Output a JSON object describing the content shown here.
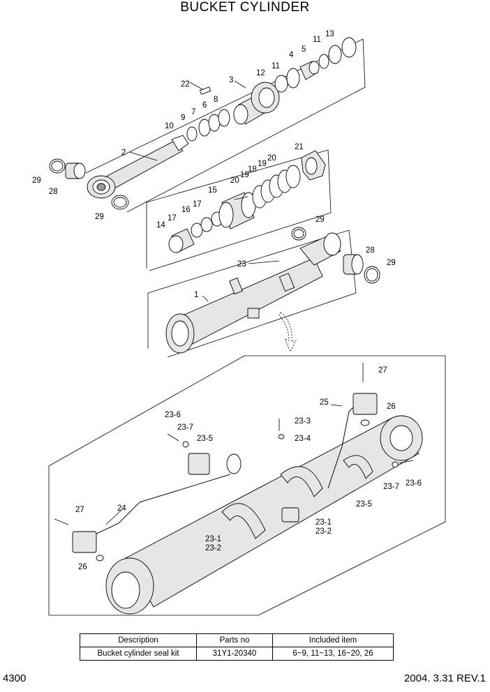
{
  "title": "BUCKET CYLINDER",
  "labels": {
    "p1": "1",
    "p2": "2",
    "p3": "3",
    "p4": "4",
    "p5": "5",
    "p6": "6",
    "p7": "7",
    "p8": "8",
    "p9": "9",
    "p10": "10",
    "p11a": "11",
    "p11b": "11",
    "p12": "12",
    "p13": "13",
    "p14": "14",
    "p15": "15",
    "p16": "16",
    "p17a": "17",
    "p17b": "17",
    "p18": "18",
    "p19a": "19",
    "p19b": "19",
    "p20a": "20",
    "p20b": "20",
    "p21": "21",
    "p22": "22",
    "p23": "23",
    "p24": "24",
    "p25": "25",
    "p26a": "26",
    "p26b": "26",
    "p27a": "27",
    "p27b": "27",
    "p28a": "28",
    "p28b": "28",
    "p29a": "29",
    "p29b": "29",
    "p29c": "29",
    "p23_1a": "23-1",
    "p23_2a": "23-2",
    "p23_1b": "23-1",
    "p23_2b": "23-2",
    "p23_3": "23-3",
    "p23_4": "23-4",
    "p23_5a": "23-5",
    "p23_5b": "23-5",
    "p23_6a": "23-6",
    "p23_6b": "23-6",
    "p23_7a": "23-7",
    "p23_7b": "23-7"
  },
  "table": {
    "headers": [
      "Description",
      "Parts no",
      "Included item"
    ],
    "rows": [
      [
        "Bucket cylinder seal kit",
        "31Y1-20340",
        "6~9, 11~13, 16~20, 26"
      ]
    ]
  },
  "footer": {
    "page": "4300",
    "date": "2004. 3.31  REV.1"
  }
}
